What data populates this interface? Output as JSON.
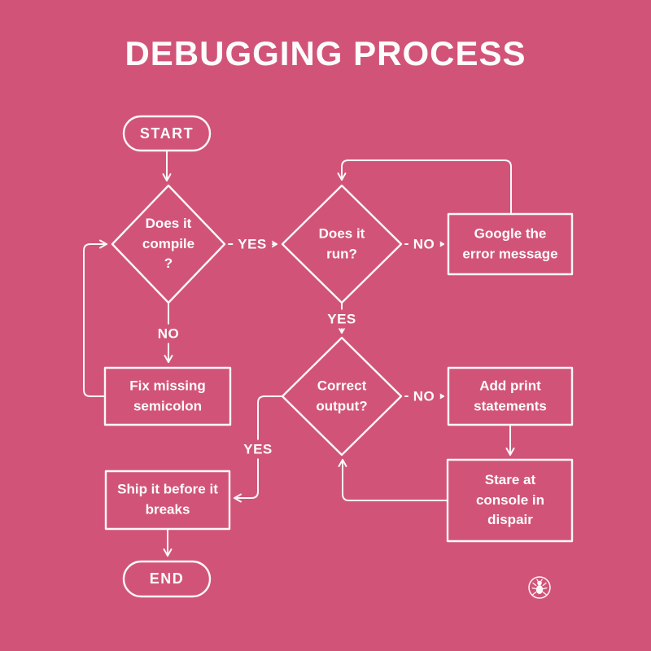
{
  "title": "DEBUGGING PROCESS",
  "colors": {
    "background": "#d15478",
    "line": "#fbf7f9",
    "text": "#fdfcfd"
  },
  "nodes": {
    "start": {
      "type": "terminator",
      "label": "START"
    },
    "compile": {
      "type": "decision",
      "label": "Does it\ncompile\n?"
    },
    "run": {
      "type": "decision",
      "label": "Does it\nrun?"
    },
    "google": {
      "type": "process",
      "label": "Google the\nerror message"
    },
    "fix": {
      "type": "process",
      "label": "Fix missing\nsemicolon"
    },
    "correct": {
      "type": "decision",
      "label": "Correct\noutput?"
    },
    "add_print": {
      "type": "process",
      "label": "Add print\nstatements"
    },
    "stare": {
      "type": "process",
      "label": "Stare at\nconsole in\ndispair"
    },
    "ship": {
      "type": "process",
      "label": "Ship it before it\nbreaks"
    },
    "end": {
      "type": "terminator",
      "label": "END"
    }
  },
  "edges": [
    {
      "from": "start",
      "to": "compile",
      "label": ""
    },
    {
      "from": "compile",
      "to": "run",
      "label": "YES"
    },
    {
      "from": "compile",
      "to": "fix",
      "label": "NO"
    },
    {
      "from": "fix",
      "to": "compile",
      "label": ""
    },
    {
      "from": "run",
      "to": "google",
      "label": "NO"
    },
    {
      "from": "google",
      "to": "run",
      "label": ""
    },
    {
      "from": "run",
      "to": "correct",
      "label": "YES"
    },
    {
      "from": "correct",
      "to": "add_print",
      "label": "NO"
    },
    {
      "from": "add_print",
      "to": "stare",
      "label": ""
    },
    {
      "from": "stare",
      "to": "correct",
      "label": ""
    },
    {
      "from": "correct",
      "to": "ship",
      "label": "YES"
    },
    {
      "from": "ship",
      "to": "end",
      "label": ""
    }
  ],
  "icons": {
    "watermark": "bug-icon"
  }
}
